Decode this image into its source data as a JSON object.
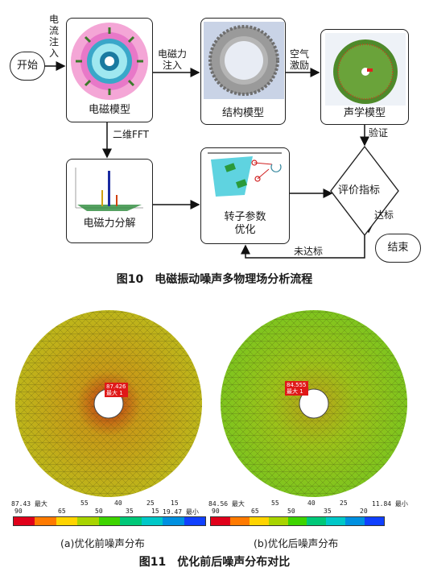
{
  "flow": {
    "start": "开始",
    "current_injection": [
      "电",
      "流",
      "注",
      "入"
    ],
    "em_model": "电磁模型",
    "em_force_injection": "电磁力\n注入",
    "struct_model": "结构模型",
    "air_excitation": "空气\n激励",
    "acoustic_model": "声学模型",
    "fft": "二维FFT",
    "verify": "验证",
    "em_decomp": "电磁力分解",
    "rotor_opt": "转子参数\n优化",
    "evaluate": "评价指标",
    "reached": "达标",
    "end": "结束",
    "not_reached": "未达标"
  },
  "captions": {
    "fig10": "图10　电磁振动噪声多物理场分析流程",
    "fig11": "图11　优化前后噪声分布对比"
  },
  "panels": {
    "a": {
      "marker_value": "87.426",
      "marker_label": "最大 1",
      "legend_max": "87.43 最大",
      "legend_min": "19.47 最小",
      "top_ticks": [
        "55",
        "40",
        "25",
        "15"
      ],
      "bottom_ticks": [
        "90",
        "65",
        "50",
        "35",
        "15"
      ],
      "caption": "(a)优化前噪声分布"
    },
    "b": {
      "marker_value": "84.555",
      "marker_label": "最大 1",
      "legend_max": "84.56 最大",
      "legend_min": "11.84 最小",
      "top_ticks": [
        "55",
        "40",
        "25"
      ],
      "bottom_ticks": [
        "90",
        "65",
        "50",
        "35",
        "20"
      ],
      "caption": "(b)优化后噪声分布"
    }
  },
  "colors": {
    "legend_scale": [
      "#e0001a",
      "#ff7a00",
      "#ffd400",
      "#a8d400",
      "#3ed400",
      "#00c878",
      "#00c8c8",
      "#0090e0",
      "#1040ff"
    ],
    "field_a": "#c2bc14",
    "field_b": "#7fc21a",
    "arrow": "#111111"
  }
}
